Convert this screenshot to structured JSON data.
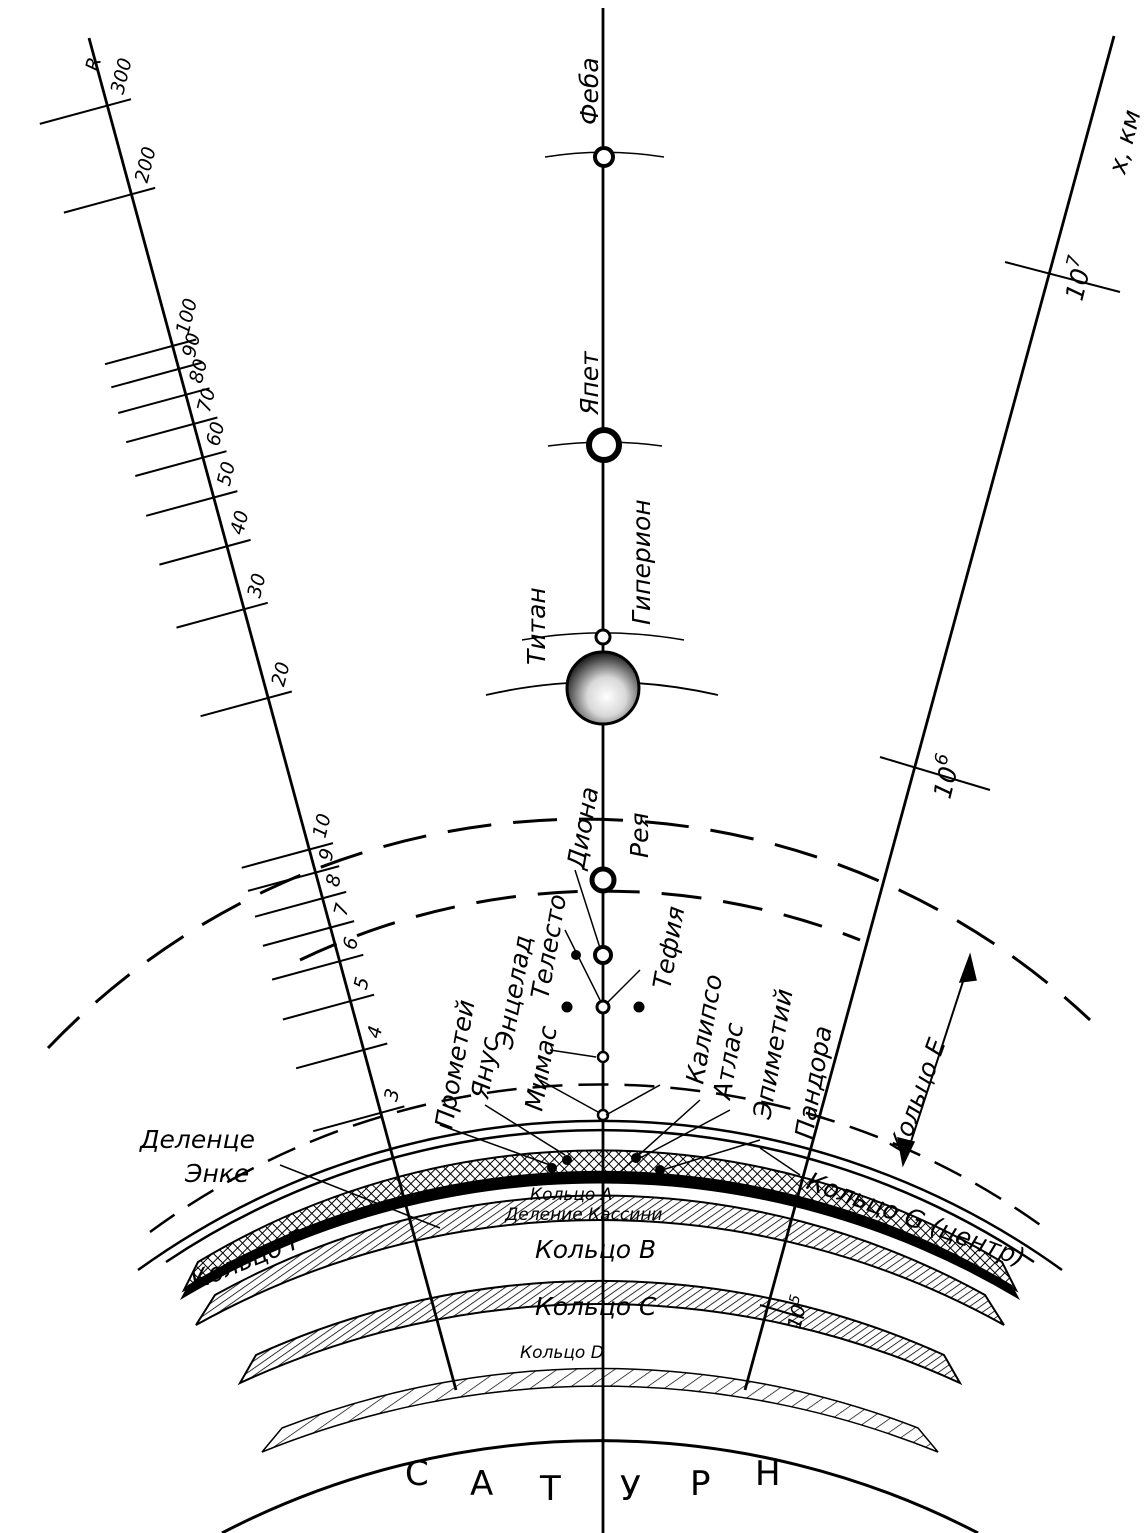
{
  "planet": {
    "letters": [
      "С",
      "А",
      "Т",
      "У",
      "Р",
      "Н"
    ]
  },
  "left_axis": {
    "unit": "R",
    "ticks": [
      {
        "label": "3",
        "v": 3
      },
      {
        "label": "4",
        "v": 4
      },
      {
        "label": "5",
        "v": 5
      },
      {
        "label": "6",
        "v": 6
      },
      {
        "label": "7",
        "v": 7
      },
      {
        "label": "8",
        "v": 8
      },
      {
        "label": "9",
        "v": 9
      },
      {
        "label": "10",
        "v": 10
      },
      {
        "label": "20",
        "v": 20
      },
      {
        "label": "30",
        "v": 30
      },
      {
        "label": "40",
        "v": 40
      },
      {
        "label": "50",
        "v": 50
      },
      {
        "label": "60",
        "v": 60
      },
      {
        "label": "70",
        "v": 70
      },
      {
        "label": "80",
        "v": 80
      },
      {
        "label": "90",
        "v": 90
      },
      {
        "label": "100",
        "v": 100
      },
      {
        "label": "200",
        "v": 200
      },
      {
        "label": "300",
        "v": 300
      }
    ]
  },
  "right_axis": {
    "unit": "x, км",
    "ticks": [
      {
        "base": "10",
        "exp": "5"
      },
      {
        "base": "10",
        "exp": "6"
      },
      {
        "base": "10",
        "exp": "7"
      }
    ]
  },
  "rings": {
    "ring_d": "Кольцо D",
    "ring_c": "Кольцо C",
    "ring_b": "Кольцо B",
    "cassini": "Деление Кассини",
    "ring_a": "Кольцо A",
    "ring_f": "Кольцо F",
    "ring_g": "Кольцо G (центр)",
    "ring_e": "Кольцо E",
    "encke_1": "Деленце",
    "encke_2": "Энке"
  },
  "moons": {
    "feba": "Феба",
    "yapet": "Япет",
    "giperion": "Гиперион",
    "titan": "Титан",
    "reya": "Рея",
    "diona": "Диона",
    "telesto": "Телесто",
    "tefiya": "Тефия",
    "enkelad": "Энцелад",
    "kalipso": "Калипсо",
    "mimas": "Мимас",
    "yanus": "Янус",
    "prometey": "Прометей",
    "atlas": "Атлас",
    "epimetiy": "Эпиметий",
    "pandora": "Пандора"
  }
}
